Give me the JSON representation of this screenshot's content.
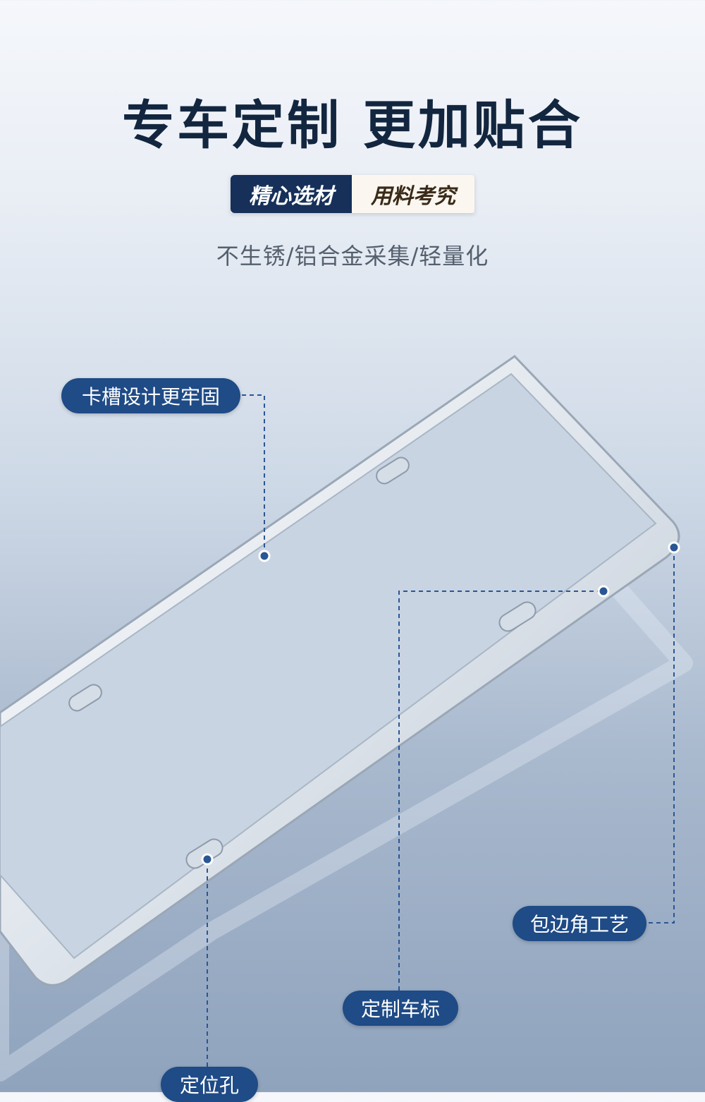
{
  "header": {
    "title": "专车定制 更加贴合",
    "tag_left": "精心选材",
    "tag_right": "用料考究",
    "subtitle": "不生锈/铝合金采集/轻量化"
  },
  "callouts": {
    "slot": "卡槽设计更牢固",
    "edge": "包边角工艺",
    "logo": "定制车标",
    "hole": "定位孔"
  },
  "colors": {
    "title": "#13263f",
    "label_bg": "#1f4b86",
    "tag_left_bg": "#16305a",
    "tag_right_bg": "#fbf7f0"
  },
  "icons": [
    "license-plate-frame-illustration"
  ]
}
